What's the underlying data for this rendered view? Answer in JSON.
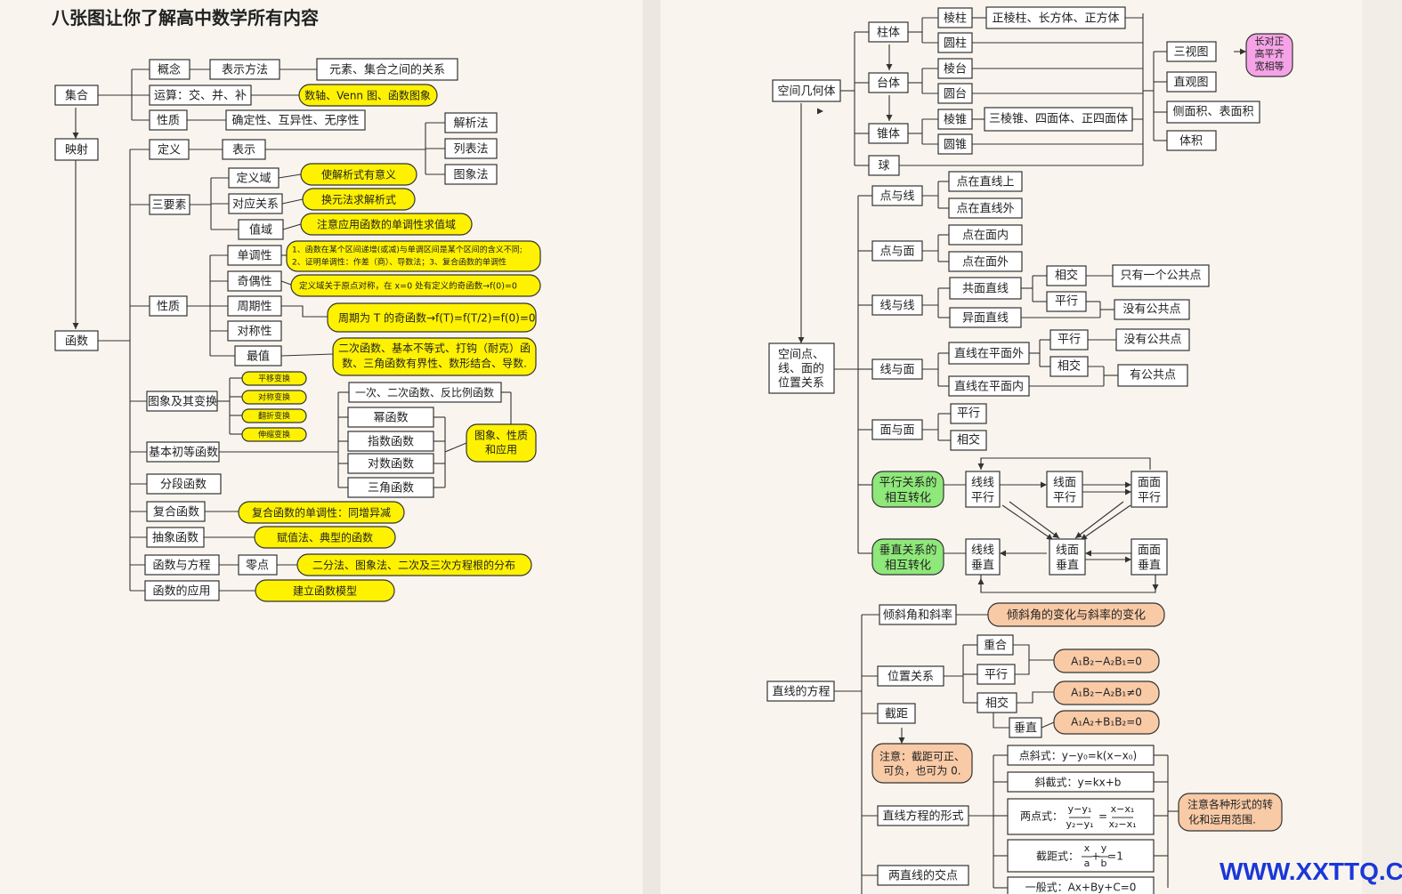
{
  "doc_title": "八张图让你了解高中数学所有内容",
  "watermark": "WWW.XXTTQ.COM",
  "colors": {
    "yellow": "#fff200",
    "green": "#8fe87a",
    "orange": "#f9caa6",
    "pink": "#f5a3e6",
    "line": "#333333",
    "box_fill": "#ffffff"
  },
  "left_nodes": [
    {
      "id": "jihe",
      "label": "集合"
    },
    {
      "id": "gainian",
      "label": "概念"
    },
    {
      "id": "biaoshi_ff",
      "label": "表示方法"
    },
    {
      "id": "yuansu",
      "label": "元素、集合之间的关系"
    },
    {
      "id": "yunsuan",
      "label": "运算：交、并、补"
    },
    {
      "id": "shuzhou",
      "label": "数轴、Venn 图、函数图象"
    },
    {
      "id": "xingzhi1",
      "label": "性质"
    },
    {
      "id": "queding",
      "label": "确定性、互异性、无序性"
    },
    {
      "id": "yingshe",
      "label": "映射"
    },
    {
      "id": "dingyi",
      "label": "定义"
    },
    {
      "id": "biaoshi",
      "label": "表示"
    },
    {
      "id": "jiexi",
      "label": "解析法"
    },
    {
      "id": "liebiao",
      "label": "列表法"
    },
    {
      "id": "tuxiang",
      "label": "图象法"
    },
    {
      "id": "sanyaosu",
      "label": "三要素"
    },
    {
      "id": "dingyiyu",
      "label": "定义域"
    },
    {
      "id": "duiying",
      "label": "对应关系"
    },
    {
      "id": "zhiyu",
      "label": "值域"
    },
    {
      "id": "y_dyy",
      "label": "使解析式有意义"
    },
    {
      "id": "y_hy",
      "label": "换元法求解析式"
    },
    {
      "id": "y_zy",
      "label": "注意应用函数的单调性求值域"
    },
    {
      "id": "hanshu",
      "label": "函数"
    },
    {
      "id": "xingzhi2",
      "label": "性质"
    },
    {
      "id": "dandiao",
      "label": "单调性"
    },
    {
      "id": "jiou",
      "label": "奇偶性"
    },
    {
      "id": "zhouqi",
      "label": "周期性"
    },
    {
      "id": "duichen",
      "label": "对称性"
    },
    {
      "id": "zuizhi",
      "label": "最值"
    },
    {
      "id": "y_dd1",
      "label": "1、函数在某个区间递增(或减)与单调区间是某个区间的含义不同;"
    },
    {
      "id": "y_dd2",
      "label": "2、证明单调性：作差（商）、导数法；3、复合函数的单调性"
    },
    {
      "id": "y_jo",
      "label": "定义域关于原点对称，在 x=0 处有定义的奇函数→f(0)=0"
    },
    {
      "id": "y_zq",
      "label": "周期为 T 的奇函数→f(T)=f(T/2)=f(0)=0"
    },
    {
      "id": "y_zz1",
      "label": "二次函数、基本不等式、打钩（耐克）函"
    },
    {
      "id": "y_zz2",
      "label": "数、三角函数有界性、数形结合、导数."
    },
    {
      "id": "tuxiangbh",
      "label": "图象及其变换"
    },
    {
      "id": "pingyi",
      "label": "平移变换"
    },
    {
      "id": "duichenbh",
      "label": "对称变换"
    },
    {
      "id": "fanzhe",
      "label": "翻折变换"
    },
    {
      "id": "shensuo",
      "label": "伸缩变换"
    },
    {
      "id": "jiben",
      "label": "基本初等函数"
    },
    {
      "id": "yici",
      "label": "一次、二次函数、反比例函数"
    },
    {
      "id": "mi",
      "label": "幂函数"
    },
    {
      "id": "zhishu",
      "label": "指数函数"
    },
    {
      "id": "duishu",
      "label": "对数函数"
    },
    {
      "id": "sanjiao",
      "label": "三角函数"
    },
    {
      "id": "y_tx1",
      "label": "图象、性质"
    },
    {
      "id": "y_tx2",
      "label": "和应用"
    },
    {
      "id": "fenduan",
      "label": "分段函数"
    },
    {
      "id": "fuhe",
      "label": "复合函数"
    },
    {
      "id": "y_fh",
      "label": "复合函数的单调性：同增异减"
    },
    {
      "id": "chouxiang",
      "label": "抽象函数"
    },
    {
      "id": "y_cx",
      "label": "赋值法、典型的函数"
    },
    {
      "id": "fangcheng",
      "label": "函数与方程"
    },
    {
      "id": "lingdian",
      "label": "零点"
    },
    {
      "id": "y_ld",
      "label": "二分法、图象法、二次及三次方程根的分布"
    },
    {
      "id": "yingyong",
      "label": "函数的应用"
    },
    {
      "id": "y_yy",
      "label": "建立函数模型"
    }
  ],
  "right_nodes": [
    {
      "id": "zhuti",
      "label": "柱体"
    },
    {
      "id": "lengzhu",
      "label": "棱柱"
    },
    {
      "id": "t_lz",
      "label": "正棱柱、长方体、正方体"
    },
    {
      "id": "yuanzhu",
      "label": "圆柱"
    },
    {
      "id": "kongjian",
      "label": "空间几何体"
    },
    {
      "id": "taiti",
      "label": "台体"
    },
    {
      "id": "lengtai",
      "label": "棱台"
    },
    {
      "id": "yuantai",
      "label": "圆台"
    },
    {
      "id": "zhuiti",
      "label": "锥体"
    },
    {
      "id": "lengzhui",
      "label": "棱锥"
    },
    {
      "id": "t_lzh",
      "label": "三棱锥、四面体、正四面体"
    },
    {
      "id": "yuanzhui",
      "label": "圆锥"
    },
    {
      "id": "qiu",
      "label": "球"
    },
    {
      "id": "sanshi",
      "label": "三视图"
    },
    {
      "id": "p1",
      "label": "长对正"
    },
    {
      "id": "p2",
      "label": "高平齐"
    },
    {
      "id": "p3",
      "label": "宽相等"
    },
    {
      "id": "zhiguan",
      "label": "直观图"
    },
    {
      "id": "cemian",
      "label": "侧面积、表面积"
    },
    {
      "id": "tiji",
      "label": "体积"
    },
    {
      "id": "dyx",
      "label": "点与线"
    },
    {
      "id": "dzx_s",
      "label": "点在直线上"
    },
    {
      "id": "dzx_w",
      "label": "点在直线外"
    },
    {
      "id": "dym",
      "label": "点与面"
    },
    {
      "id": "dzm_n",
      "label": "点在面内"
    },
    {
      "id": "dzm_w",
      "label": "点在面外"
    },
    {
      "id": "kj1",
      "label": "空间点、"
    },
    {
      "id": "kj2",
      "label": "线、面的"
    },
    {
      "id": "kj3",
      "label": "位置关系"
    },
    {
      "id": "xyx",
      "label": "线与线"
    },
    {
      "id": "gongmian",
      "label": "共面直线"
    },
    {
      "id": "yimian",
      "label": "异面直线"
    },
    {
      "id": "xj1",
      "label": "相交"
    },
    {
      "id": "px1",
      "label": "平行"
    },
    {
      "id": "t_yg",
      "label": "只有一个公共点"
    },
    {
      "id": "t_mg1",
      "label": "没有公共点"
    },
    {
      "id": "xym",
      "label": "线与面"
    },
    {
      "id": "zxw",
      "label": "直线在平面外"
    },
    {
      "id": "zxn",
      "label": "直线在平面内"
    },
    {
      "id": "px2",
      "label": "平行"
    },
    {
      "id": "xj2",
      "label": "相交"
    },
    {
      "id": "t_mg2",
      "label": "没有公共点"
    },
    {
      "id": "t_yg2",
      "label": "有公共点"
    },
    {
      "id": "mym",
      "label": "面与面"
    },
    {
      "id": "px3",
      "label": "平行"
    },
    {
      "id": "xj3",
      "label": "相交"
    },
    {
      "id": "g_px1",
      "label": "平行关系的"
    },
    {
      "id": "g_px2",
      "label": "相互转化"
    },
    {
      "id": "xxpx1",
      "label": "线线"
    },
    {
      "id": "xxpx2",
      "label": "平行"
    },
    {
      "id": "xmpx1",
      "label": "线面"
    },
    {
      "id": "xmpx2",
      "label": "平行"
    },
    {
      "id": "mmpx1",
      "label": "面面"
    },
    {
      "id": "mmpx2",
      "label": "平行"
    },
    {
      "id": "g_cz1",
      "label": "垂直关系的"
    },
    {
      "id": "g_cz2",
      "label": "相互转化"
    },
    {
      "id": "xxcz1",
      "label": "线线"
    },
    {
      "id": "xxcz2",
      "label": "垂直"
    },
    {
      "id": "xmcz1",
      "label": "线面"
    },
    {
      "id": "xmcz2",
      "label": "垂直"
    },
    {
      "id": "mmcz1",
      "label": "面面"
    },
    {
      "id": "mmcz2",
      "label": "垂直"
    },
    {
      "id": "qingxie",
      "label": "倾斜角和斜率"
    },
    {
      "id": "o_qx",
      "label": "倾斜角的变化与斜率的变化"
    },
    {
      "id": "weizhi",
      "label": "位置关系"
    },
    {
      "id": "chonghe",
      "label": "重合"
    },
    {
      "id": "px4",
      "label": "平行"
    },
    {
      "id": "xj4",
      "label": "相交"
    },
    {
      "id": "chuizhi",
      "label": "垂直"
    },
    {
      "id": "o_ch",
      "label": "A₁B₂−A₂B₁=0"
    },
    {
      "id": "o_xj",
      "label": "A₁B₂−A₂B₁≠0"
    },
    {
      "id": "o_cz",
      "label": "A₁A₂+B₁B₂=0"
    },
    {
      "id": "zhixian",
      "label": "直线的方程"
    },
    {
      "id": "jieju",
      "label": "截距"
    },
    {
      "id": "o_jj1",
      "label": "注意：截距可正、"
    },
    {
      "id": "o_jj2",
      "label": "可负，也可为 0."
    },
    {
      "id": "xingshi",
      "label": "直线方程的形式"
    },
    {
      "id": "f_dx",
      "label": "点斜式：y−y₀=k(x−x₀)"
    },
    {
      "id": "f_xj",
      "label": "斜截式：y=kx+b"
    },
    {
      "id": "f_ld_p",
      "label": "两点式："
    },
    {
      "id": "f_ld_a",
      "label": "y−y₁"
    },
    {
      "id": "f_ld_b",
      "label": "y₂−y₁"
    },
    {
      "id": "f_ld_eq",
      "label": "="
    },
    {
      "id": "f_ld_c",
      "label": "x−x₁"
    },
    {
      "id": "f_ld_d",
      "label": "x₂−x₁"
    },
    {
      "id": "f_jj_p",
      "label": "截距式："
    },
    {
      "id": "f_jj_a",
      "label": "x"
    },
    {
      "id": "f_jj_b",
      "label": "a"
    },
    {
      "id": "f_jj_plus",
      "label": "+"
    },
    {
      "id": "f_jj_c",
      "label": "y"
    },
    {
      "id": "f_jj_d",
      "label": "b"
    },
    {
      "id": "f_jj_eq",
      "label": "=1"
    },
    {
      "id": "f_yb",
      "label": "一般式：Ax+By+C=0"
    },
    {
      "id": "o_zy1",
      "label": "注意各种形式的转"
    },
    {
      "id": "o_zy2",
      "label": "化和运用范围."
    },
    {
      "id": "jiaodian",
      "label": "两直线的交点"
    }
  ]
}
